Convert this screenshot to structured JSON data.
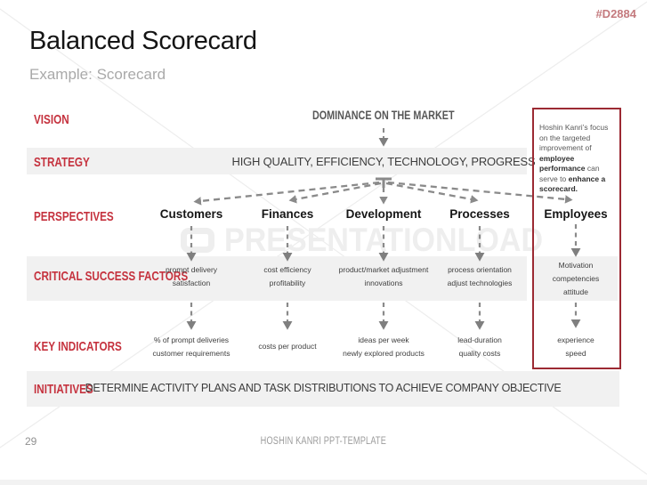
{
  "header": {
    "code": "#D2884",
    "title": "Balanced Scorecard",
    "subtitle": "Example: Scorecard"
  },
  "rows": {
    "vision": "VISION",
    "strategy": "STRATEGY",
    "perspectives": "PERSPECTIVES",
    "csf": "CRITICAL SUCCESS FACTORS",
    "ki": "KEY INDICATORS",
    "initiatives": "INITIATIVES"
  },
  "statements": {
    "vision": "DOMINANCE ON THE MARKET",
    "strategy": "HIGH QUALITY, EFFICIENCY, TECHNOLOGY, PROGRESS",
    "initiatives": "DETERMINE ACTIVITY PLANS AND TASK DISTRIBUTIONS TO ACHIEVE COMPANY OBJECTIVE"
  },
  "columns": [
    {
      "name": "Customers",
      "csf": [
        "prompt delivery",
        "satisfaction"
      ],
      "ki": [
        "% of prompt deliveries",
        "customer requirements"
      ]
    },
    {
      "name": "Finances",
      "csf": [
        "cost efficiency",
        "profitability"
      ],
      "ki": [
        "costs per product"
      ]
    },
    {
      "name": "Development",
      "csf": [
        "product/market adjustment",
        "innovations"
      ],
      "ki": [
        "ideas per week",
        "newly explored products"
      ]
    },
    {
      "name": "Processes",
      "csf": [
        "process orientation",
        "adjust technologies"
      ],
      "ki": [
        "lead-duration",
        "quality costs"
      ]
    },
    {
      "name": "Employees",
      "csf": [
        "Motivation",
        "competencies",
        "attitude"
      ],
      "ki": [
        "experience",
        "speed"
      ]
    }
  ],
  "annotation": {
    "t1": "Hoshin Kanri’s focus on the targeted improvement of ",
    "t2": "employee performance",
    "t3": " can serve to ",
    "t4": "enhance a scorecard."
  },
  "watermark": {
    "text": "PRESENTATIONLOAD"
  },
  "footer": {
    "page": "29",
    "text": "HOSHIN KANRI PPT-TEMPLATE"
  },
  "colors": {
    "accent_red": "#c5323e",
    "box_border": "#9c2a33",
    "bar_gray": "#f1f1f1",
    "arrow_gray": "#8a8a8a",
    "code_red": "#c47a7e",
    "watermark_gray": "#eeeeee"
  }
}
